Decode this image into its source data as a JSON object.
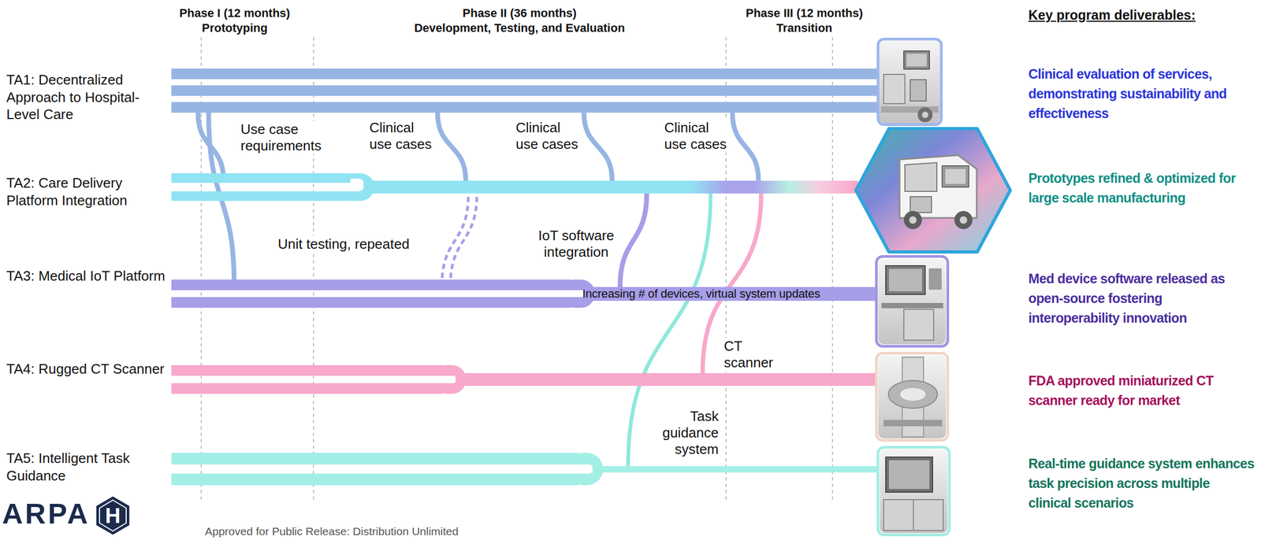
{
  "diagram": {
    "nodes": [
      {
        "text": [
          "TA1: Decentralized Approach to Hospital-Level Care"
        ]
      },
      {
        "text": [
          "TA2: Care Delivery Platform Integration"
        ]
      },
      {
        "text": [
          "TA3: Medical IoT Platform",
          "Increasing # of devices, virtual system updates"
        ]
      },
      {
        "text": [
          "TA4: Rugged CT Scanner"
        ]
      },
      {
        "text": [
          "TA5: Intelligent Task Guidance"
        ]
      },
      {
        "text": [
          "Clinical evaluation of services, demonstrating sustainability and effectiveness"
        ]
      },
      {
        "text": [
          "Prototypes refined & optimized for large scale manufacturing"
        ]
      },
      {
        "text": [
          "Med device software released as open-source fostering interoperability innovation"
        ]
      },
      {
        "text": [
          "FDA approved miniaturized CT scanner ready for market"
        ]
      },
      {
        "text": [
          "Real-time guidance system enhances task precision across multiple clinical scenarios"
        ]
      }
    ],
    "edges": [
      {
        "from": 0,
        "to": 1,
        "label": "Use case requirements",
        "arrow": "none"
      },
      {
        "from": 0,
        "to": 2,
        "arrow": "none"
      },
      {
        "from": 0,
        "to": 1,
        "label": "Clinical use cases",
        "arrow": "none"
      },
      {
        "from": 0,
        "to": 1,
        "label": "Clinical use cases",
        "arrow": "none"
      },
      {
        "from": 0,
        "to": 1,
        "label": "Clinical use cases",
        "arrow": "none"
      },
      {
        "from": 2,
        "to": 1,
        "label": "Unit testing, repeated",
        "arrow": "none"
      },
      {
        "from": 2,
        "to": 1,
        "label": "IoT software integration",
        "arrow": "none"
      },
      {
        "from": 3,
        "to": 1,
        "label": "CT scanner",
        "arrow": "none"
      },
      {
        "from": 4,
        "to": 1,
        "label": "Task guidance system",
        "arrow": "none"
      }
    ],
    "labels": [
      "Phase I (12 months)",
      "Prototyping",
      "Phase II (36 months)",
      "Development, Testing, and Evaluation",
      "Phase III (12 months)",
      "Transition",
      "Key program deliverables:",
      "ARPA",
      "H",
      "Approved for Public Release: Distribution Unlimited"
    ]
  }
}
